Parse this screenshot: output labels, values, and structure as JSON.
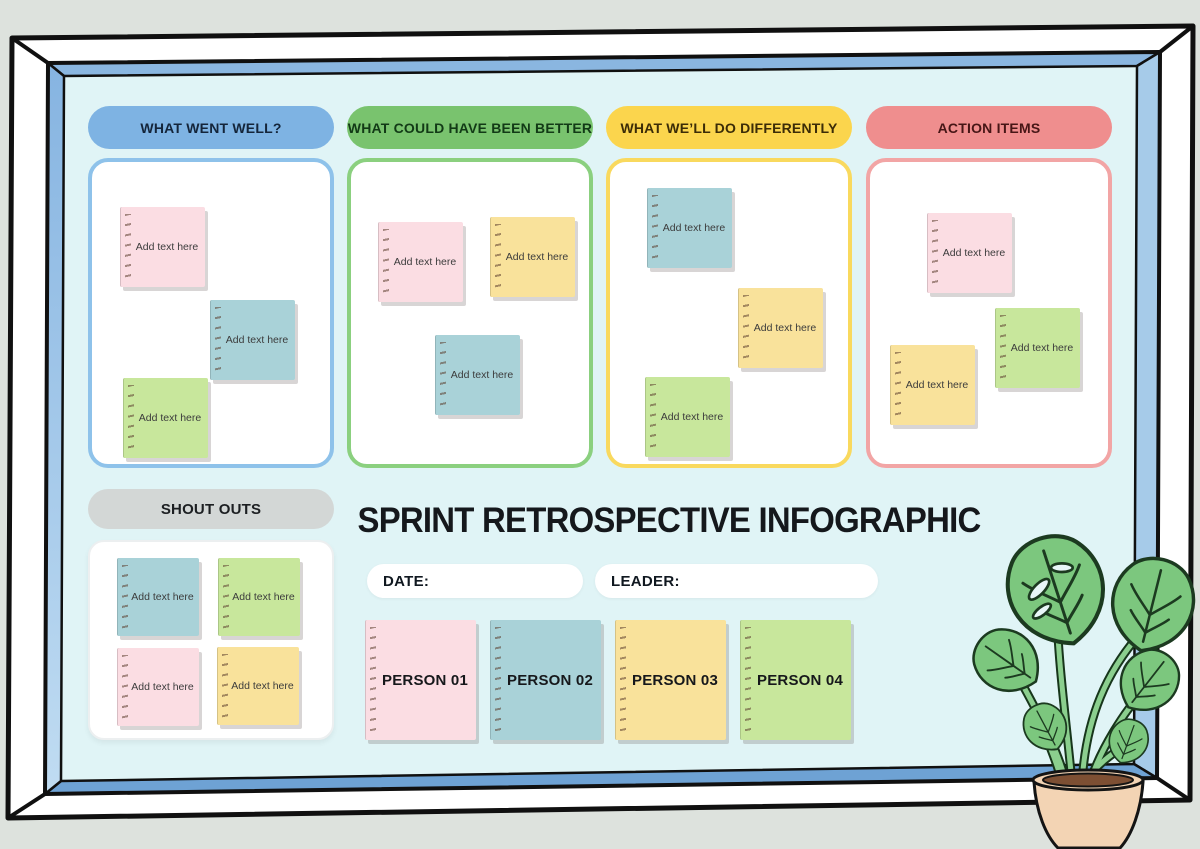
{
  "title": "SPRINT RETROSPECTIVE INFOGRAPHIC",
  "ui": {
    "note_placeholder": "Add text here"
  },
  "columns": [
    {
      "key": "went-well",
      "label": "WHAT WENT WELL?",
      "header_color": "#7eb3e3",
      "border_color": "#8ec2ea"
    },
    {
      "key": "been-better",
      "label": "WHAT COULD HAVE BEEN BETTER",
      "header_color": "#79c36e",
      "border_color": "#8bd07f"
    },
    {
      "key": "differently",
      "label": "WHAT WE’LL DO DIFFERENTLY",
      "header_color": "#fbd54d",
      "border_color": "#f9d95e"
    },
    {
      "key": "action-items",
      "label": "ACTION ITEMS",
      "header_color": "#ef8e8e",
      "border_color": "#f2a5a5"
    }
  ],
  "shoutouts": {
    "label": "SHOUT OUTS",
    "header_color": "#d3d7d6"
  },
  "fields": {
    "date_label": "DATE:",
    "leader_label": "LEADER:"
  },
  "persons": [
    {
      "label": "PERSON 01",
      "color": "pink"
    },
    {
      "label": "PERSON 02",
      "color": "blue"
    },
    {
      "label": "PERSON 03",
      "color": "yellow"
    },
    {
      "label": "PERSON 04",
      "color": "green"
    }
  ],
  "palette": {
    "page_bg": "#dde2dd",
    "board_bg": "#e0f4f6",
    "note_pink": "#fbdde3",
    "note_blue": "#a9d2d8",
    "note_green": "#c8e79c",
    "note_yellow": "#f9e29b",
    "frame_blue_top": "#8ab6e0",
    "frame_blue_right": "#a6cbe9",
    "frame_blue_bottom": "#6ea2d4",
    "frame_blue_left": "#9cc3e8",
    "plant_green": "#7cc77e",
    "pot_tan": "#f3d4b4"
  }
}
